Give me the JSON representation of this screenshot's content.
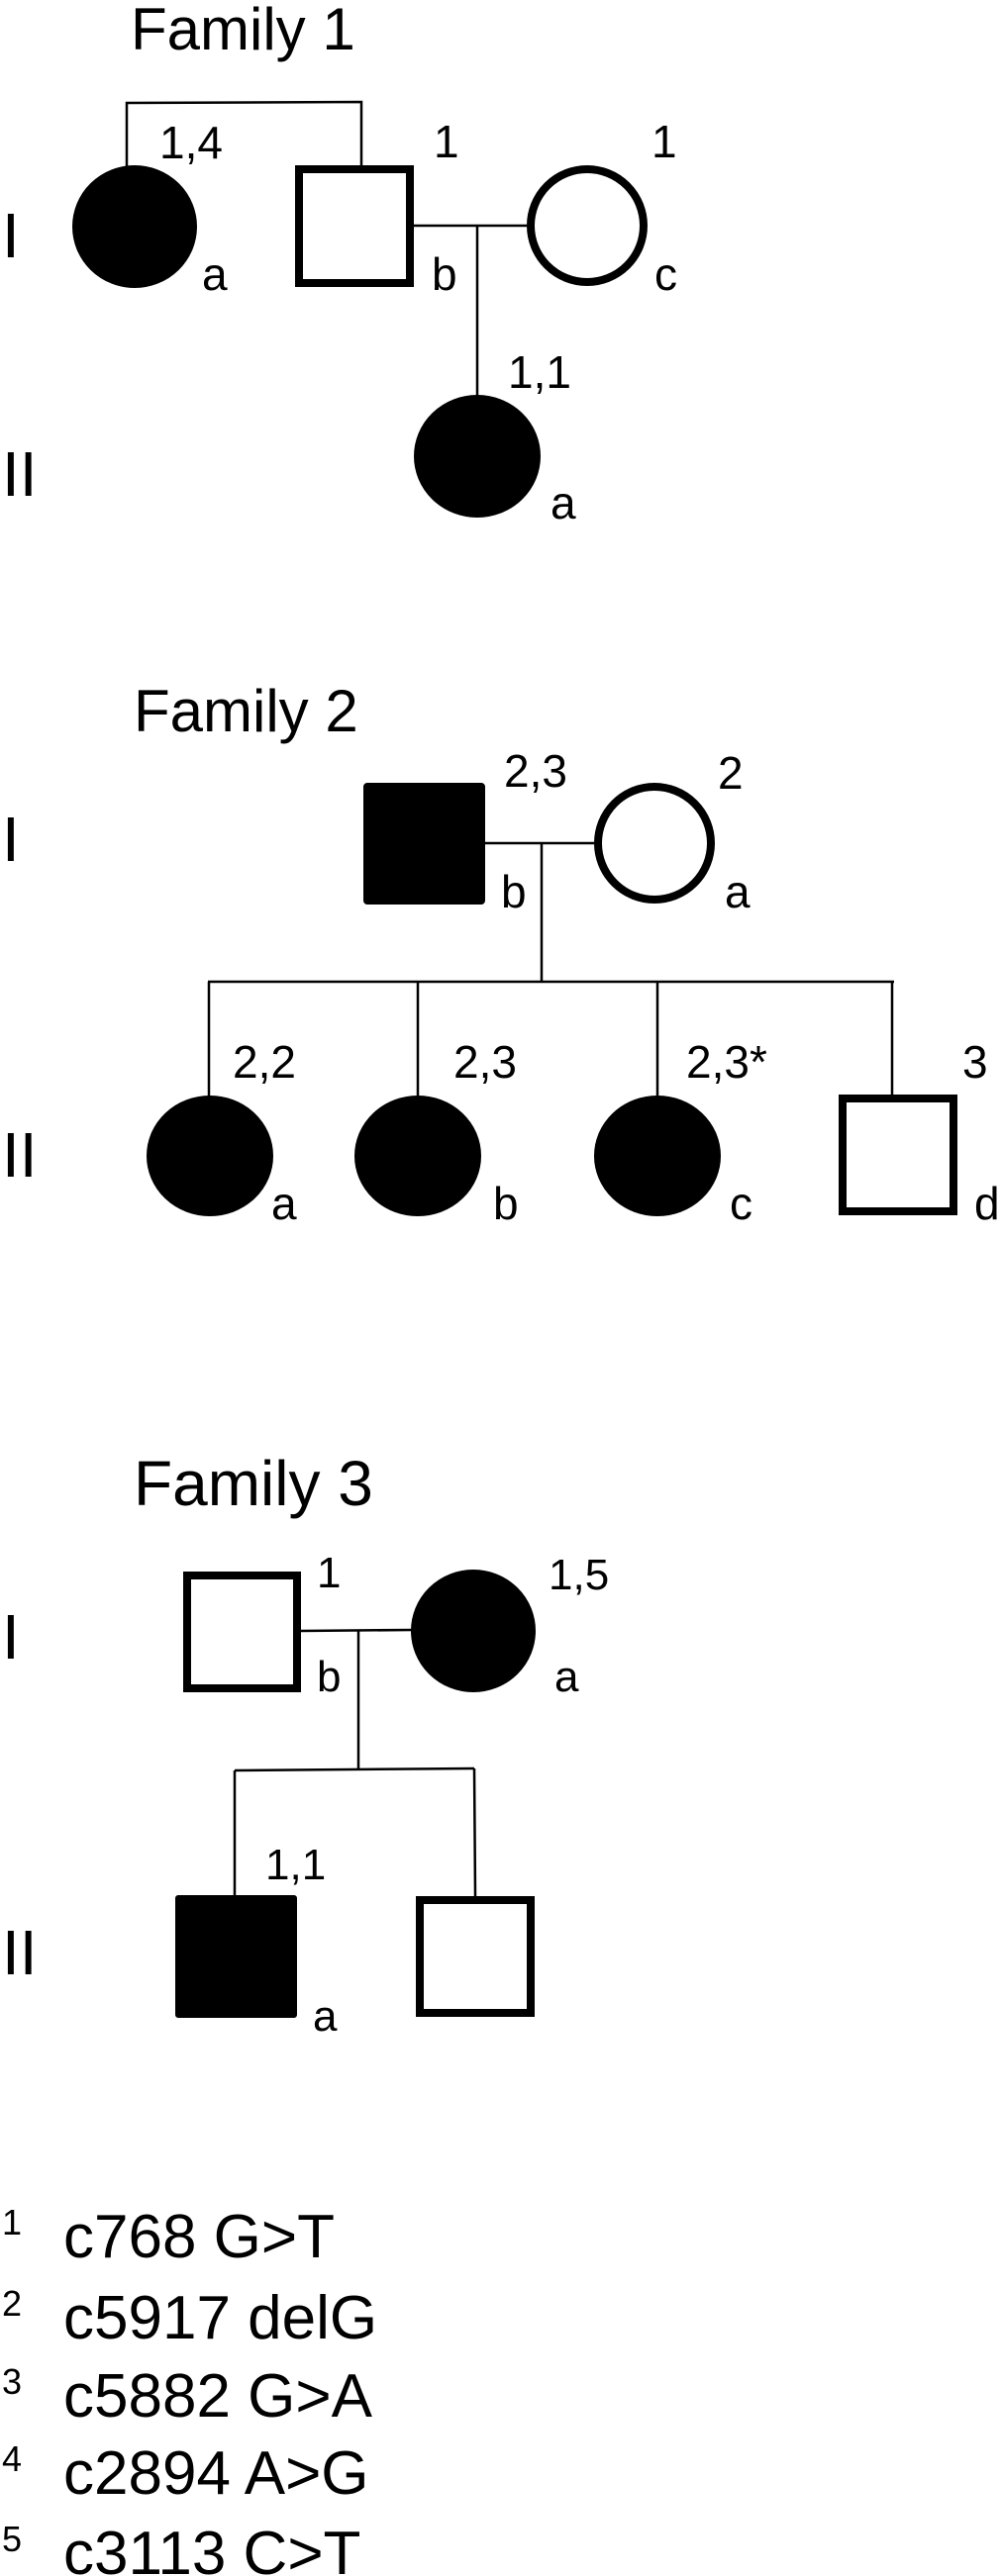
{
  "families": [
    {
      "title": "Family 1",
      "generations": [
        "I",
        "II"
      ],
      "members": [
        {
          "id": "I-a",
          "sex": "female",
          "affected": true,
          "variants": "1,4",
          "letter": "a"
        },
        {
          "id": "I-b",
          "sex": "male",
          "affected": false,
          "variants": "1",
          "letter": "b"
        },
        {
          "id": "I-c",
          "sex": "female",
          "affected": false,
          "variants": "1",
          "letter": "c"
        },
        {
          "id": "II-a",
          "sex": "female",
          "affected": true,
          "variants": "1,1",
          "letter": "a"
        }
      ]
    },
    {
      "title": "Family 2",
      "generations": [
        "I",
        "II"
      ],
      "members": [
        {
          "id": "I-b",
          "sex": "male",
          "affected": true,
          "variants": "2,3",
          "letter": "b"
        },
        {
          "id": "I-a",
          "sex": "female",
          "affected": false,
          "variants": "2",
          "letter": "a"
        },
        {
          "id": "II-a",
          "sex": "female",
          "affected": true,
          "variants": "2,2",
          "letter": "a"
        },
        {
          "id": "II-b",
          "sex": "female",
          "affected": true,
          "variants": "2,3",
          "letter": "b"
        },
        {
          "id": "II-c",
          "sex": "female",
          "affected": true,
          "variants": "2,3*",
          "letter": "c"
        },
        {
          "id": "II-d",
          "sex": "male",
          "affected": false,
          "variants": "3",
          "letter": "d"
        }
      ]
    },
    {
      "title": "Family 3",
      "generations": [
        "I",
        "II"
      ],
      "members": [
        {
          "id": "I-b",
          "sex": "male",
          "affected": false,
          "variants": "1",
          "letter": "b"
        },
        {
          "id": "I-a",
          "sex": "female",
          "affected": true,
          "variants": "1,5",
          "letter": "a"
        },
        {
          "id": "II-a",
          "sex": "male",
          "affected": true,
          "variants": "1,1",
          "letter": "a"
        },
        {
          "id": "II-x",
          "sex": "male",
          "affected": false
        }
      ]
    }
  ],
  "legend": [
    {
      "num": "1",
      "text": "c768 G>T"
    },
    {
      "num": "2",
      "text": "c5917 delG"
    },
    {
      "num": "3",
      "text": "c5882 G>A"
    },
    {
      "num": "4",
      "text": "c2894 A>G"
    },
    {
      "num": "5",
      "text": "c3113 C>T"
    }
  ]
}
